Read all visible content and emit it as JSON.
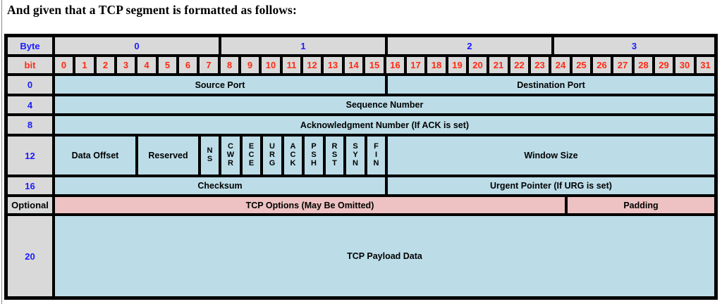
{
  "intro": {
    "text": "And given that a TCP segment is formatted as follows:"
  },
  "colors": {
    "header_grey": "#d9d9d9",
    "field_blue": "#bcdde8",
    "optional_pink": "#eec2c2",
    "byte_label_blue": "#1a1aff",
    "bit_label_red": "#ff2a12",
    "border_black": "#000000"
  },
  "table": {
    "corner_labels": {
      "byte": "Byte",
      "bit": "bit"
    },
    "byte_numbers": [
      "0",
      "1",
      "2",
      "3"
    ],
    "bit_numbers": [
      "0",
      "1",
      "2",
      "3",
      "4",
      "5",
      "6",
      "7",
      "8",
      "9",
      "10",
      "11",
      "12",
      "13",
      "14",
      "15",
      "16",
      "17",
      "18",
      "19",
      "20",
      "21",
      "22",
      "23",
      "24",
      "25",
      "26",
      "27",
      "28",
      "29",
      "30",
      "31"
    ],
    "row_labels": [
      "0",
      "4",
      "8",
      "12",
      "16",
      "Optional",
      "20"
    ],
    "fields": {
      "source_port": "Source Port",
      "destination_port": "Destination Port",
      "sequence_number": "Sequence Number",
      "acknowledgment_number": "Acknowledgment Number (If ACK is set)",
      "data_offset": "Data Offset",
      "reserved": "Reserved",
      "window_size": "Window Size",
      "checksum": "Checksum",
      "urgent_pointer": "Urgent Pointer (If URG is set)",
      "tcp_options": "TCP Options (May Be Omitted)",
      "padding": "Padding",
      "tcp_payload": "TCP Payload Data"
    },
    "flags": [
      {
        "name": "NS",
        "letters": [
          "N",
          "S"
        ]
      },
      {
        "name": "CWR",
        "letters": [
          "C",
          "W",
          "R"
        ]
      },
      {
        "name": "ECE",
        "letters": [
          "E",
          "C",
          "E"
        ]
      },
      {
        "name": "URG",
        "letters": [
          "U",
          "R",
          "G"
        ]
      },
      {
        "name": "ACK",
        "letters": [
          "A",
          "C",
          "K"
        ]
      },
      {
        "name": "PSH",
        "letters": [
          "P",
          "S",
          "H"
        ]
      },
      {
        "name": "RST",
        "letters": [
          "R",
          "S",
          "T"
        ]
      },
      {
        "name": "SYN",
        "letters": [
          "S",
          "Y",
          "N"
        ]
      },
      {
        "name": "FIN",
        "letters": [
          "F",
          "I",
          "N"
        ]
      }
    ]
  }
}
